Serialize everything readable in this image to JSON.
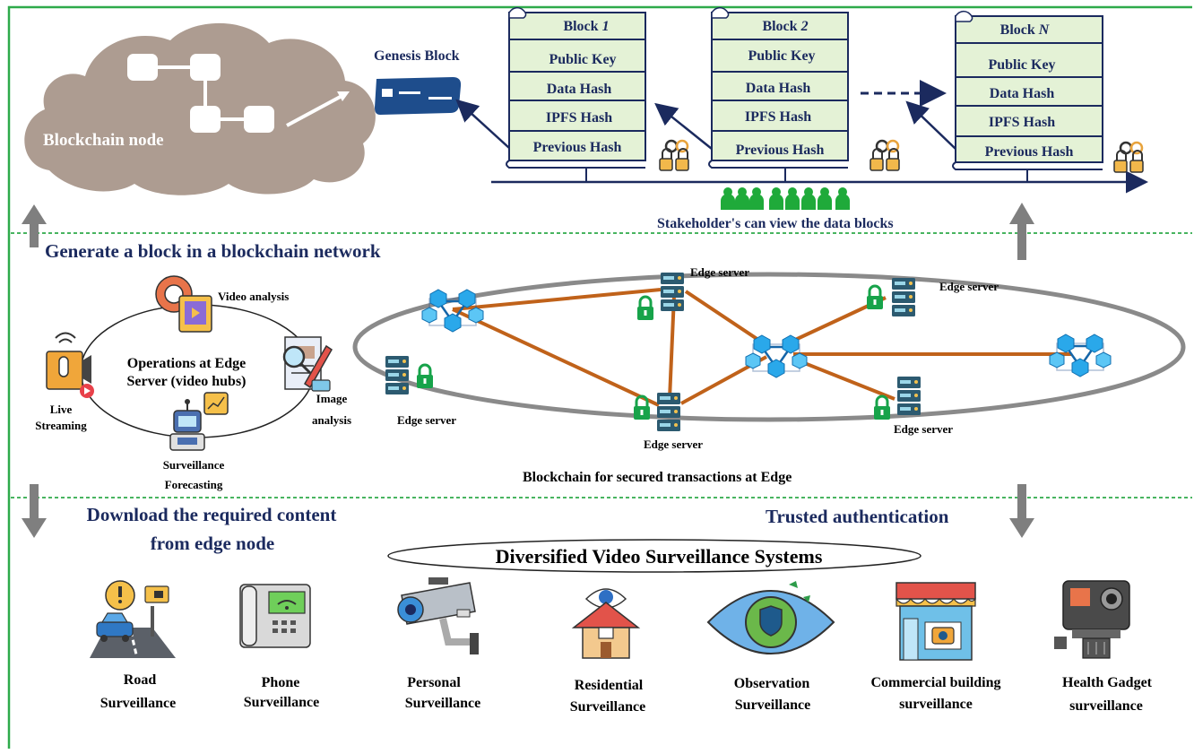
{
  "blockchain": {
    "node_label": "Blockchain node",
    "genesis_label": "Genesis Block",
    "blocks": [
      {
        "title_prefix": "Block ",
        "title_index": "1",
        "fields": [
          "Public Key",
          "Data Hash",
          "IPFS Hash",
          "Previous Hash"
        ]
      },
      {
        "title_prefix": "Block ",
        "title_index": "2",
        "fields": [
          "Public Key",
          "Data Hash",
          "IPFS Hash",
          "Previous Hash"
        ]
      },
      {
        "title_prefix": "Block ",
        "title_index": "N",
        "fields": [
          "Public Key",
          "Data Hash",
          "IPFS Hash",
          "Previous Hash"
        ]
      }
    ],
    "stakeholder_caption": "Stakeholder's can view the data blocks"
  },
  "flows": {
    "generate": "Generate a block in a blockchain network",
    "download_line1": "Download the required content",
    "download_line2": "from edge node",
    "trusted": "Trusted authentication"
  },
  "edge_ops": {
    "center_line1": "Operations at Edge",
    "center_line2": "Server (video hubs)",
    "video_analysis": "Video analysis",
    "image_analysis_line1": "Image",
    "image_analysis_line2": "analysis",
    "live_line1": "Live",
    "live_line2": "Streaming",
    "forecast_line1": "Surveillance",
    "forecast_line2": "Forecasting"
  },
  "edge_network": {
    "server_label": "Edge server",
    "caption": "Blockchain for secured transactions at Edge"
  },
  "surveillance": {
    "title": "Diversified Video Surveillance Systems",
    "items": [
      {
        "line1": "Road",
        "line2": "Surveillance"
      },
      {
        "line1": "Phone",
        "line2": "Surveillance"
      },
      {
        "line1": "Personal",
        "line2": "Surveillance"
      },
      {
        "line1": "Residential",
        "line2": "Surveillance"
      },
      {
        "line1": "Observation",
        "line2": "Surveillance"
      },
      {
        "line1": "Commercial building",
        "line2": "surveillance"
      },
      {
        "line1": "Health Gadget",
        "line2": "surveillance"
      }
    ]
  },
  "colors": {
    "border_green": "#2eaa4a",
    "cloud": "#ad9c91",
    "block_fill": "#e4f2d6",
    "navy": "#1b2a5e",
    "link_orange": "#c0621a",
    "ring_gray": "#8a8a8a",
    "node_blue": "#1e9fe0",
    "lock_green": "#17a34a",
    "person_green": "#1faa3a"
  }
}
